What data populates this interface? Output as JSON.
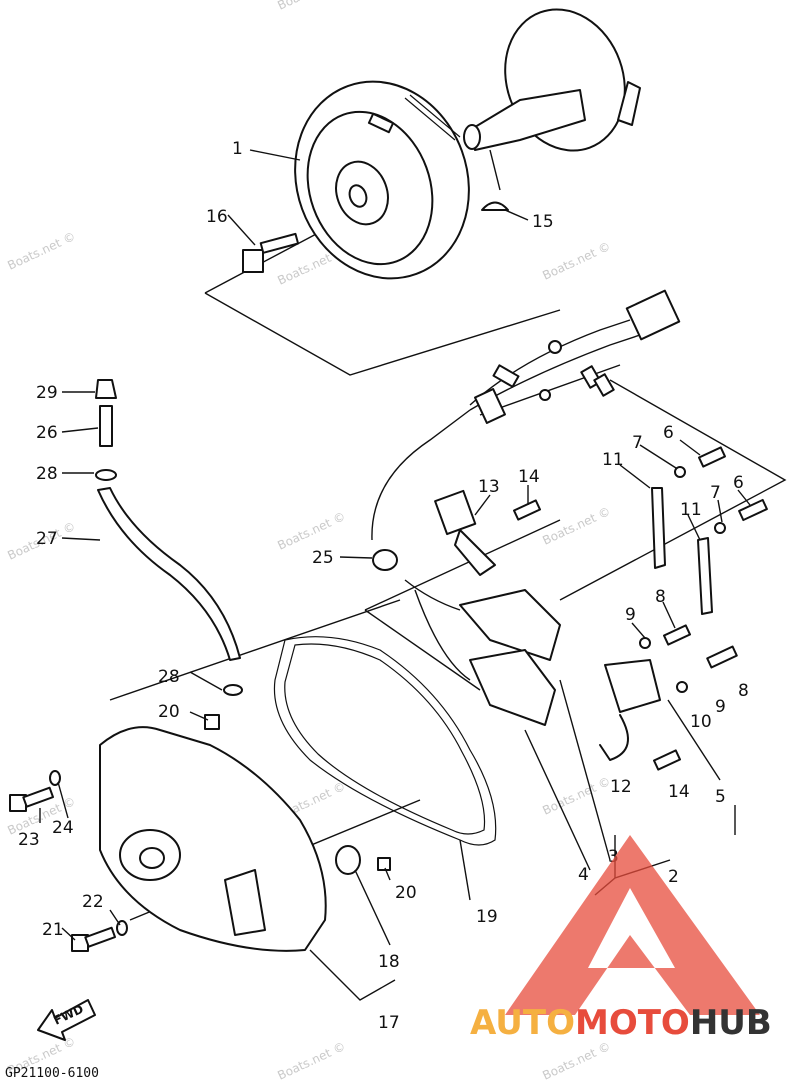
{
  "diagram": {
    "code": "GP21100-6100",
    "fwd_label": "FWD",
    "watermark": "Boats.net ©",
    "part_numbers": [
      "1",
      "2",
      "3",
      "4",
      "5",
      "6",
      "6",
      "7",
      "7",
      "8",
      "8",
      "9",
      "9",
      "10",
      "11",
      "11",
      "12",
      "13",
      "14",
      "14",
      "15",
      "16",
      "17",
      "18",
      "19",
      "20",
      "20",
      "21",
      "22",
      "23",
      "24",
      "25",
      "26",
      "27",
      "28",
      "28",
      "29"
    ]
  },
  "logo": {
    "part1": "AUTO",
    "part2": "MOTO",
    "part3": "HUB",
    "colors": {
      "auto": "#f5b041",
      "moto": "#e74c3c",
      "hub": "#333333",
      "triangle": "#e74c3c"
    }
  }
}
